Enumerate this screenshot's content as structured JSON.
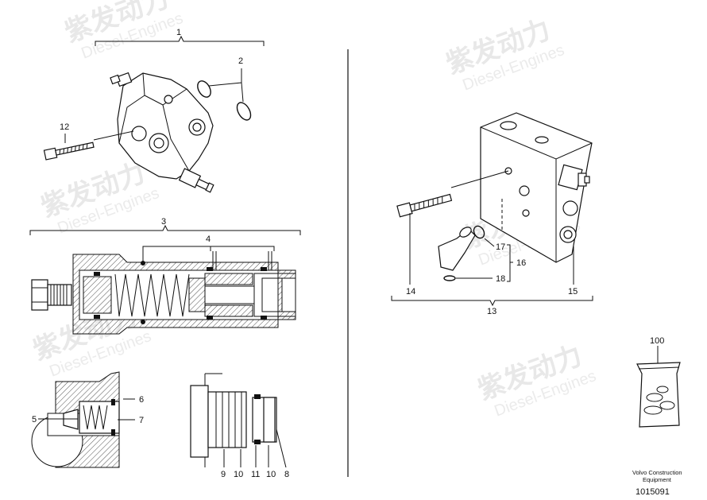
{
  "watermark": {
    "brand": "紫发动力",
    "sub": "Diesel-Engines"
  },
  "callouts": {
    "c1": "1",
    "c2": "2",
    "c12": "12",
    "c3": "3",
    "c4": "4",
    "c6": "6",
    "c5": "5",
    "c7": "7",
    "c9": "9",
    "c10a": "10",
    "c11": "11",
    "c10b": "10",
    "c8": "8",
    "c14": "14",
    "c17": "17",
    "c16": "16",
    "c18": "18",
    "c15": "15",
    "c13": "13",
    "c100": "100"
  },
  "footer": {
    "maker_line1": "Volvo Construction",
    "maker_line2": "Equipment",
    "ref_number": "1015091"
  }
}
